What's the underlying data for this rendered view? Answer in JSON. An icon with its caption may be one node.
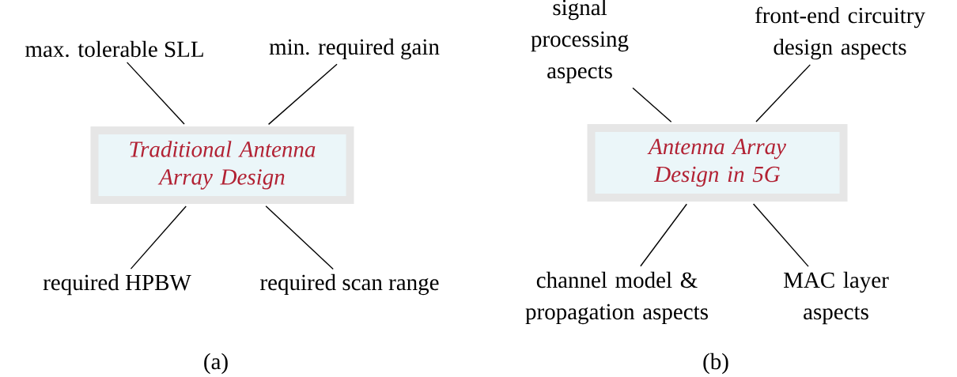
{
  "diagram": {
    "nodes": [
      {
        "text": [
          "Traditional Antenna Array Design"
        ]
      },
      {
        "text": [
          "max. tolerable SLL"
        ]
      },
      {
        "text": [
          "min. required gain"
        ]
      },
      {
        "text": [
          "required HPBW"
        ]
      },
      {
        "text": [
          "required scan range"
        ]
      },
      {
        "text": [
          "Antenna Array Design in 5G"
        ]
      },
      {
        "text": [
          "signal processing aspects"
        ]
      },
      {
        "text": [
          "front-end circuitry design aspects"
        ]
      },
      {
        "text": [
          "channel model & propagation aspects"
        ]
      },
      {
        "text": [
          "MAC layer aspects"
        ]
      }
    ],
    "edges": [
      {
        "from": 1,
        "to": 0,
        "arrow": "none"
      },
      {
        "from": 2,
        "to": 0,
        "arrow": "none"
      },
      {
        "from": 3,
        "to": 0,
        "arrow": "none"
      },
      {
        "from": 4,
        "to": 0,
        "arrow": "none"
      },
      {
        "from": 6,
        "to": 5,
        "arrow": "none"
      },
      {
        "from": 7,
        "to": 5,
        "arrow": "none"
      },
      {
        "from": 8,
        "to": 5,
        "arrow": "none"
      },
      {
        "from": 9,
        "to": 5,
        "arrow": "none"
      }
    ],
    "labels": [
      "(a)",
      "(b)"
    ]
  }
}
